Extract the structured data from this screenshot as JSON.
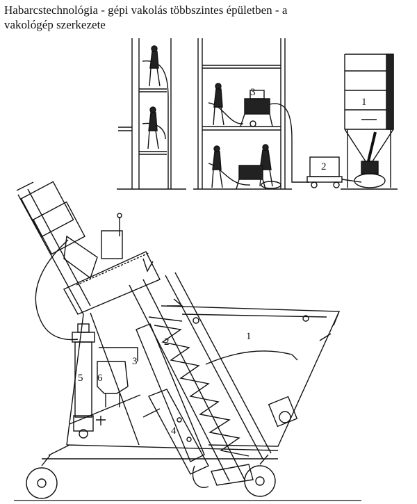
{
  "title": "Habarcstechnológia - gépi vakolás többszintes épületben - a vakológép szerkezete",
  "top_scene_labels": [
    "3",
    "1",
    "2"
  ],
  "machine_labels": [
    "1",
    "2",
    "3",
    "4",
    "5",
    "6"
  ],
  "colors": {
    "ink": "#111111",
    "paper": "#ffffff",
    "fill_dark": "#222222"
  }
}
